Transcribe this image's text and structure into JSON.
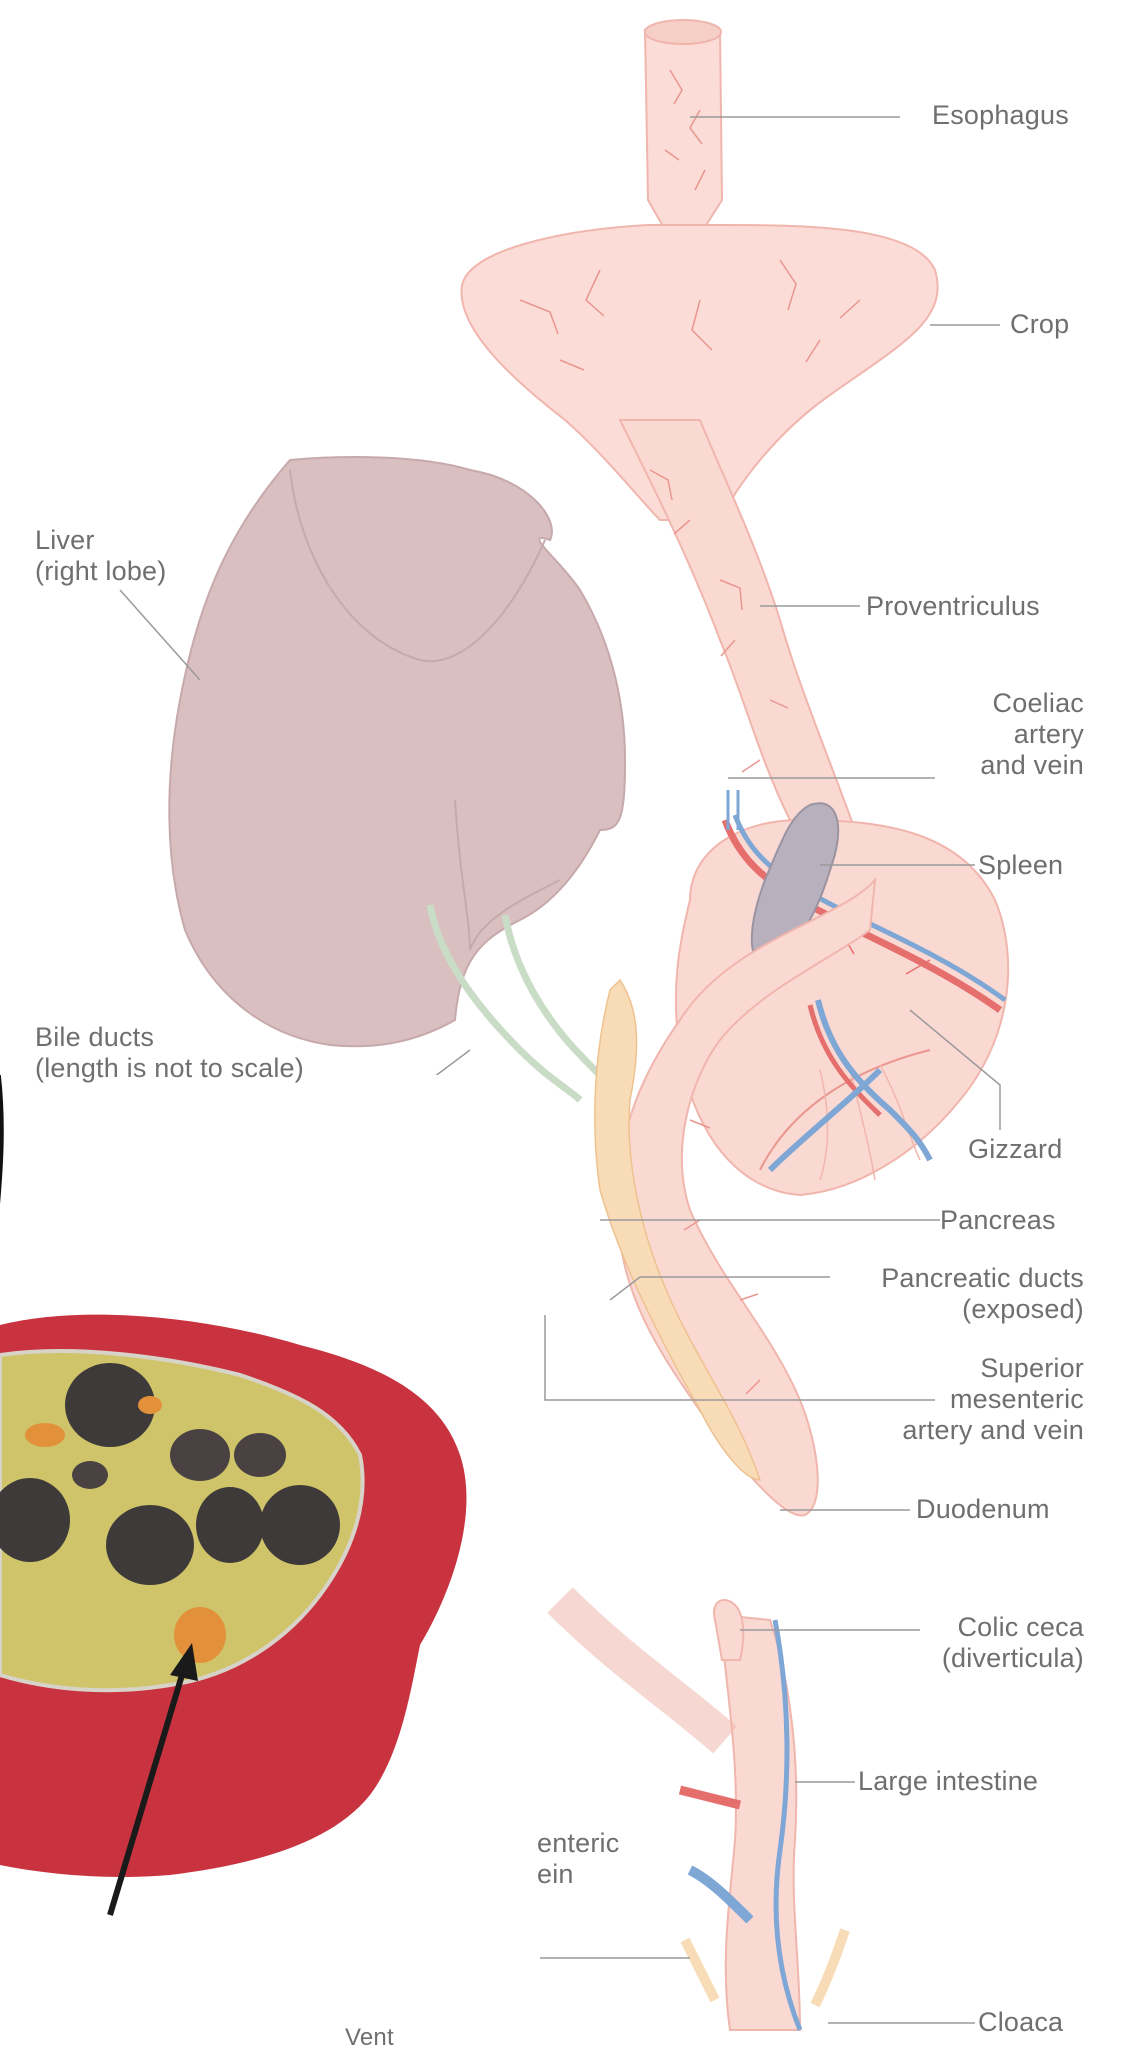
{
  "colors": {
    "tract_fill": "#fbdcd6",
    "tract_edge": "#f0b6ad",
    "vessel_red": "#e46f6d",
    "vessel_blue": "#7ea7d6",
    "liver": "#d9bfc0",
    "spleen": "#b8b1bd",
    "pancreas": "#f8dcb8",
    "bile_duct": "#c9dcc5",
    "gizzard_muscle": "#c8333f",
    "gizzard_lining": "#cfc46a",
    "grit_dark": "#3f3a3a",
    "grit_orange": "#e2913a",
    "label_text": "#6f6f6f",
    "leader_line": "#9a9a9a"
  },
  "labels": {
    "esophagus": "Esophagus",
    "crop": "Crop",
    "liver_line1": "Liver",
    "liver_line2": "(right lobe)",
    "proventriculus": "Proventriculus",
    "coeliac_1": "Coeliac",
    "coeliac_2": "artery",
    "coeliac_3": "and vein",
    "spleen": "Spleen",
    "bile_ducts_1": "Bile ducts",
    "bile_ducts_2": "(length is not to scale)",
    "gizzard": "Gizzard",
    "pancreas": "Pancreas",
    "pancreatic_ducts_1": "Pancreatic ducts",
    "pancreatic_ducts_2": "(exposed)",
    "superior_1": "Superior",
    "superior_2": "mesenteric",
    "superior_3": "artery and vein",
    "duodenum": "Duodenum",
    "colic_ceca_1": "Colic ceca",
    "colic_ceca_2": "(diverticula)",
    "large_intestine": "Large intestine",
    "mesenteric_partial_1": "enteric",
    "mesenteric_partial_2": "ein",
    "cloaca": "Cloaca",
    "vent": "Vent"
  },
  "icons": {
    "photo_pointer": "arrow-up-icon"
  }
}
